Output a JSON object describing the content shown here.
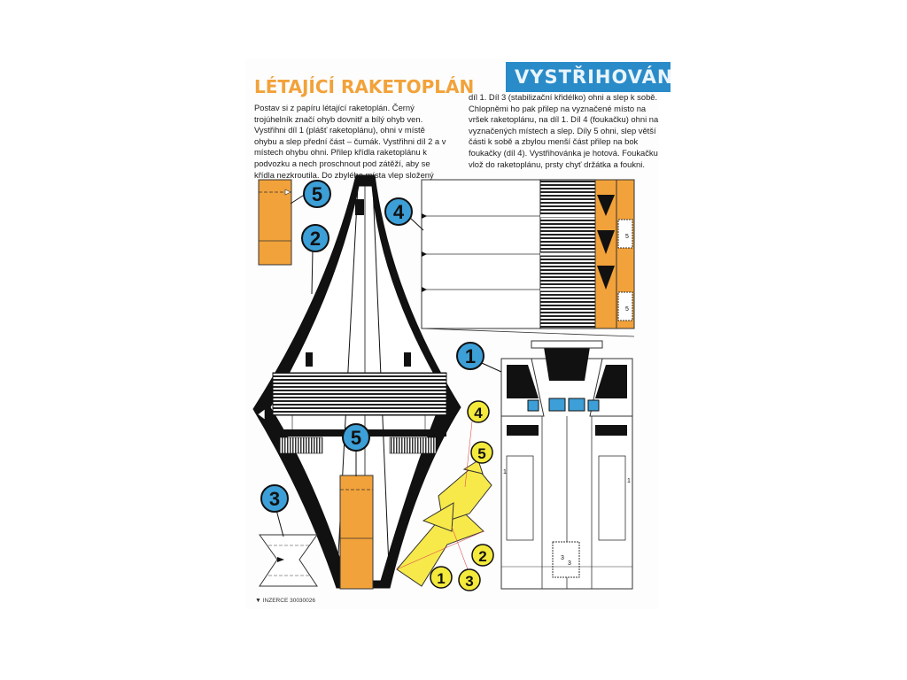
{
  "header": {
    "banner": "VYSTŘIHOVÁNKA",
    "title": "LÉTAJÍCÍ RAKETOPLÁN"
  },
  "instructions": {
    "left_column": "Postav si z papíru létající raketoplán. Černý trojúhelník značí ohyb dovnitř a bílý ohyb ven. Vystřihni díl 1 (plášť raketoplánu), ohni v místě ohybu a slep přední část – čumák. Vystřihni díl 2 a v místech ohybu ohni. Přilep křídla raketoplánu k podvozku a nech proschnout pod zátěží, aby se křídla nezkroutila. Do zbylého místa vlep složený",
    "right_column": "díl 1. Díl 3 (stabilizační křidélko) ohni a slep k sobě. Chlopněmi ho pak přilep na vyznačené místo na vršek raketoplánu, na díl 1. Díl 4 (foukačku) ohni na vyznačených místech a slep. Díly 5 ohni, slep větší části k sobě a zbylou menší část přilep na bok foukačky (díl 4). Vystřihovánka je hotová. Foukačku vlož do raketoplánu, prsty chyť držátka a foukni."
  },
  "part_labels": {
    "part5_top": "5",
    "part2": "2",
    "part4": "4",
    "part1": "1",
    "part5_bottom": "5",
    "part3": "3"
  },
  "assembly_labels": {
    "a4": "4",
    "a5": "5",
    "a2": "2",
    "a1": "1",
    "a3": "3"
  },
  "markings": {
    "strip_5": "5",
    "strip_5b": "5",
    "part1_side_left": "1",
    "part1_side_right": "1",
    "part1_center": "3",
    "part1_center_b": "3"
  },
  "footer": {
    "marker": "▼",
    "code": "INZERCE 30030026"
  },
  "colors": {
    "orange": "#f2a23a",
    "blue": "#2a8bc9",
    "badge_blue": "#3d9fd7",
    "badge_yellow": "#f4ea3c",
    "black": "#111111",
    "yellow_model": "#f7e94a"
  }
}
